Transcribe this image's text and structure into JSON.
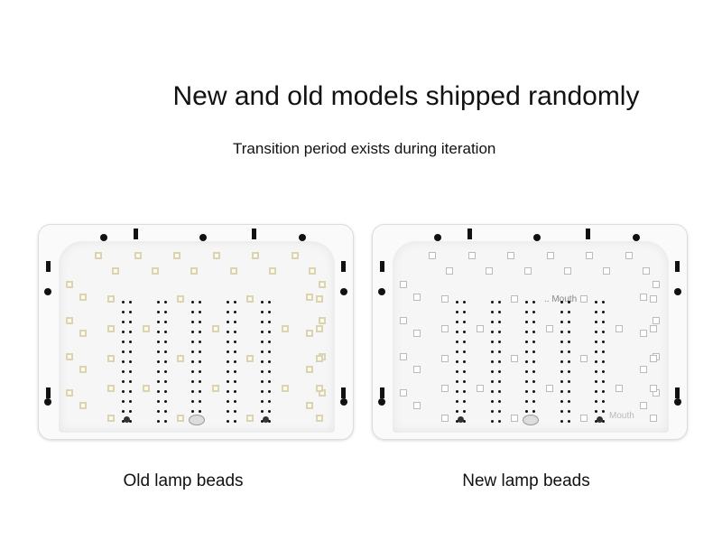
{
  "heading": "New and old models shipped randomly",
  "subheading": "Transition period exists during iteration",
  "lamps": [
    {
      "caption": "Old lamp beads",
      "bead_style": "old"
    },
    {
      "caption": "New lamp beads",
      "bead_style": "new",
      "overlay_labels": [
        ".. Mouth",
        "Mouth"
      ]
    }
  ]
}
